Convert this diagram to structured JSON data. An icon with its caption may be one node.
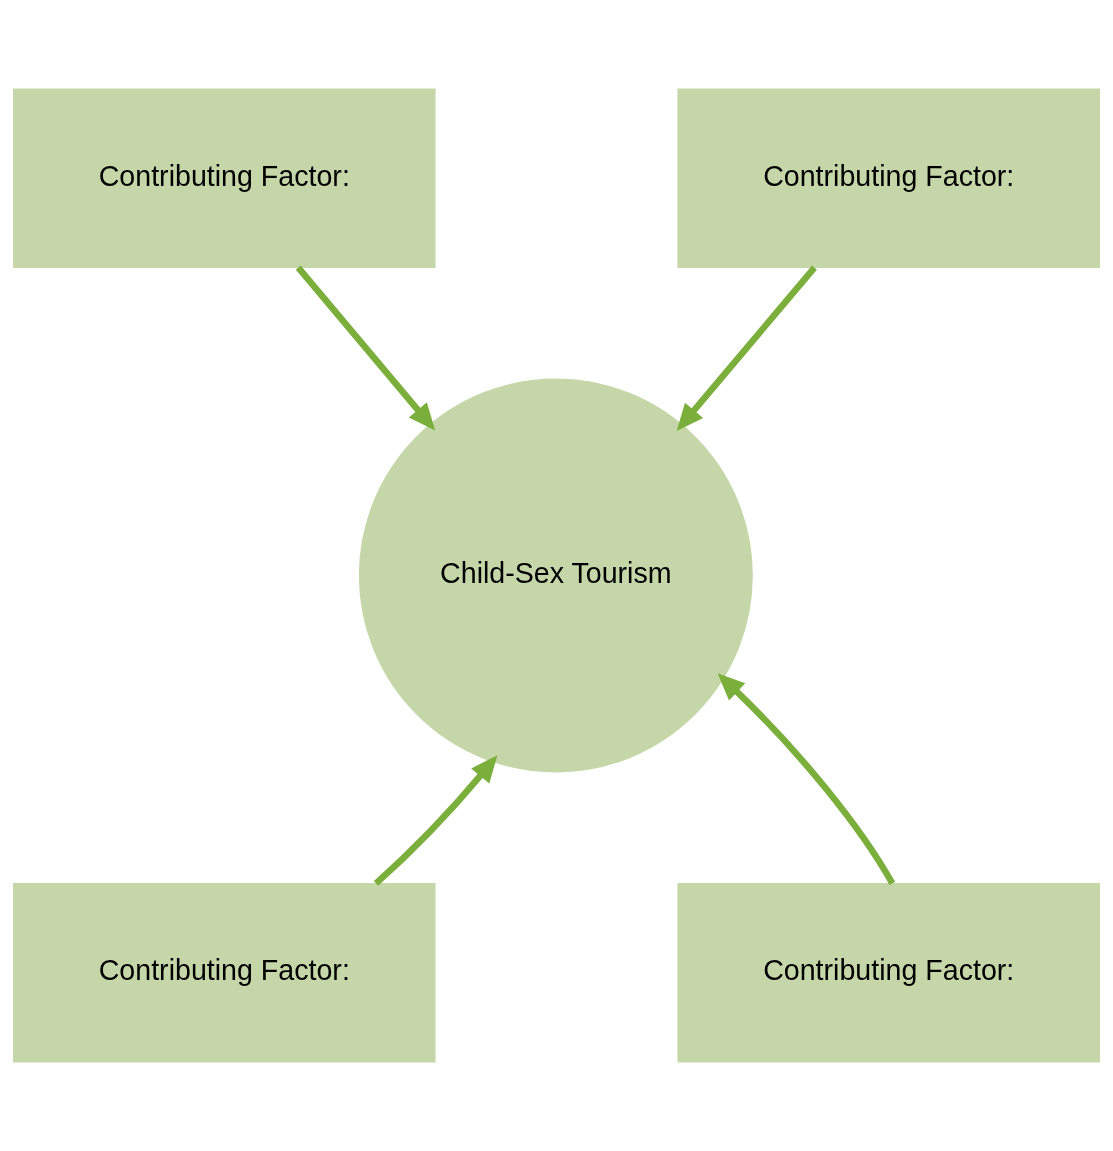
{
  "diagram": {
    "nodes": [
      {
        "text": [
          "Contributing Factor:"
        ]
      },
      {
        "text": [
          "Contributing Factor:"
        ]
      },
      {
        "text": [
          "Child-Sex Tourism"
        ]
      },
      {
        "text": [
          "Contributing Factor:"
        ]
      },
      {
        "text": [
          "Contributing Factor:"
        ]
      }
    ],
    "edges": [
      {
        "from": 0,
        "to": 2,
        "arrow": "to"
      },
      {
        "from": 1,
        "to": 2,
        "arrow": "to"
      },
      {
        "from": 3,
        "to": 2,
        "arrow": "to"
      },
      {
        "from": 4,
        "to": 2,
        "arrow": "to"
      }
    ]
  }
}
